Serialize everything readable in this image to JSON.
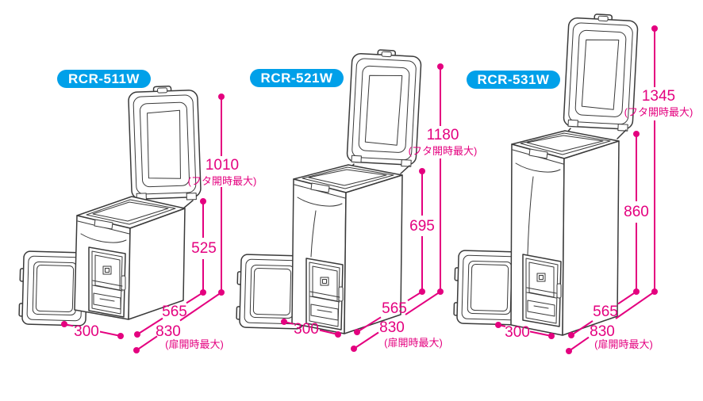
{
  "diagram": {
    "description": "Product dimension diagram of three rice storage bins with opened lid and opened door",
    "colors": {
      "background": "#ffffff",
      "dimension_line": "#e4007f",
      "badge_background": "#00a0e9",
      "badge_text": "#ffffff",
      "line_art": "#3a3a3a"
    }
  },
  "products": [
    {
      "model": "RCR-511W",
      "dimensions": {
        "lid_open_height": "1010",
        "lid_open_note": "(フタ開時最大)",
        "body_height": "525",
        "depth": "565",
        "door_open_depth": "830",
        "door_open_note": "(扉開時最大)",
        "width": "300"
      }
    },
    {
      "model": "RCR-521W",
      "dimensions": {
        "lid_open_height": "1180",
        "lid_open_note": "(フタ開時最大)",
        "body_height": "695",
        "depth": "565",
        "door_open_depth": "830",
        "door_open_note": "(扉開時最大)",
        "width": "300"
      }
    },
    {
      "model": "RCR-531W",
      "dimensions": {
        "lid_open_height": "1345",
        "lid_open_note": "(フタ開時最大)",
        "body_height": "860",
        "depth": "565",
        "door_open_depth": "830",
        "door_open_note": "(扉開時最大)",
        "width": "300"
      }
    }
  ]
}
